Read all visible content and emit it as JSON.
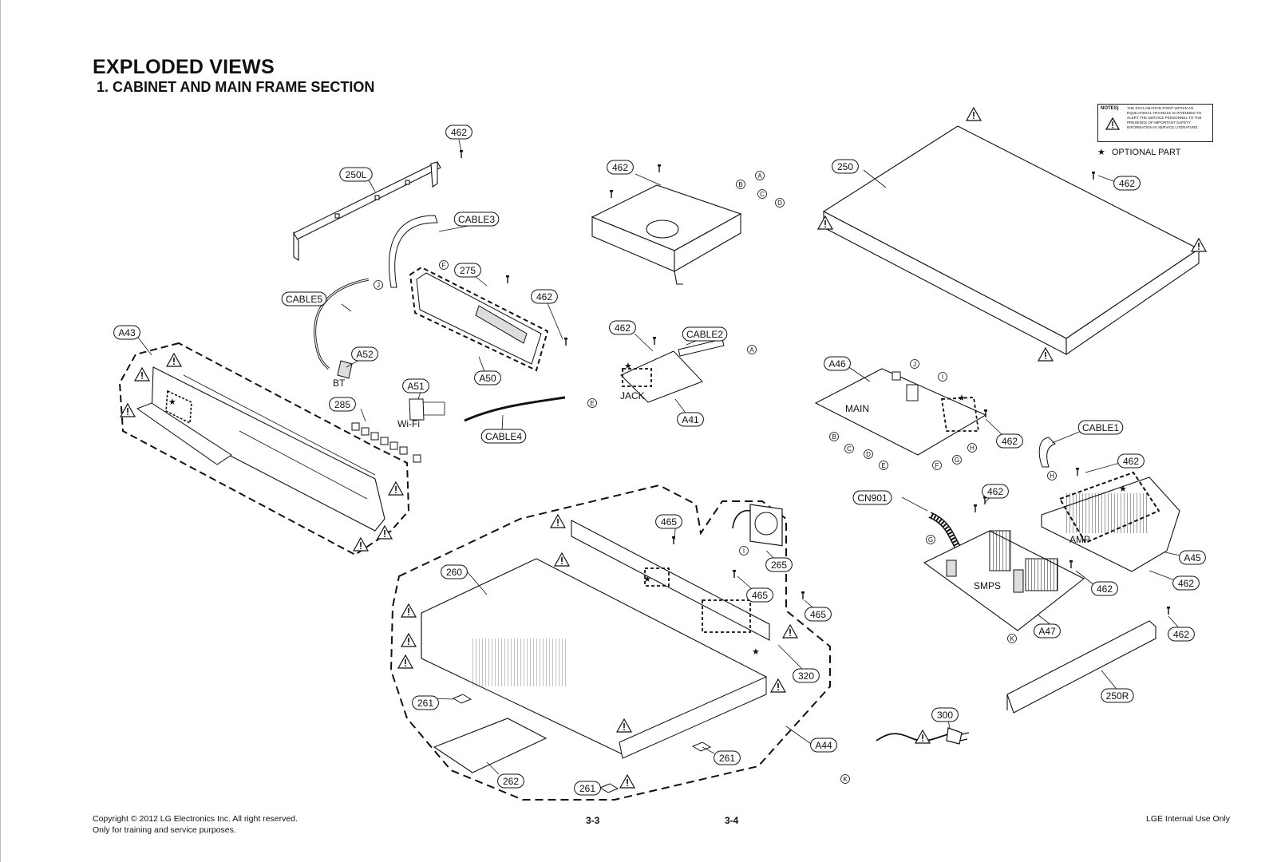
{
  "title": "EXPLODED VIEWS",
  "subtitle": "1. CABINET AND MAIN FRAME SECTION",
  "notes": {
    "heading": "NOTES)",
    "text": "THE EXCLAMATION POINT WITHIN AN EQUILATERAL TRIANGLE IS INTENDED TO ALERT THE SERVICE PERSONNEL TO THE PRESENCE OF IMPORTANT SAFETY INFORMATION IN SERVICE LITERATURE.",
    "optional_star": "★",
    "optional_label": "OPTIONAL PART"
  },
  "footer": {
    "copyright_line1": "Copyright © 2012 LG Electronics Inc. All right reserved.",
    "copyright_line2": "Only for training and service purposes.",
    "page_left": "3-3",
    "page_right": "3-4",
    "internal": "LGE Internal Use Only"
  },
  "part_labels": [
    "462",
    "250L",
    "CABLE3",
    "CABLE5",
    "275",
    "462",
    "A43",
    "A52",
    "A50",
    "285",
    "A51",
    "CABLE4",
    "462",
    "462",
    "CABLE2",
    "A41",
    "250",
    "462",
    "A46",
    "462",
    "CABLE1",
    "462",
    "CN901",
    "462",
    "A45",
    "462",
    "465",
    "265",
    "465",
    "465",
    "260",
    "320",
    "261",
    "261",
    "262",
    "261",
    "A44",
    "300",
    "462",
    "A47",
    "462",
    "250R"
  ],
  "plain_labels": [
    "BT",
    "Wi-Fi",
    "JACK",
    "MAIN",
    "AMP",
    "SMPS"
  ],
  "connector_letters": [
    "A",
    "B",
    "C",
    "D",
    "E",
    "F",
    "G",
    "H",
    "I",
    "J",
    "K"
  ],
  "colors": {
    "ink": "#111111",
    "paper": "#ffffff",
    "fill_gray": "#dddddd"
  }
}
